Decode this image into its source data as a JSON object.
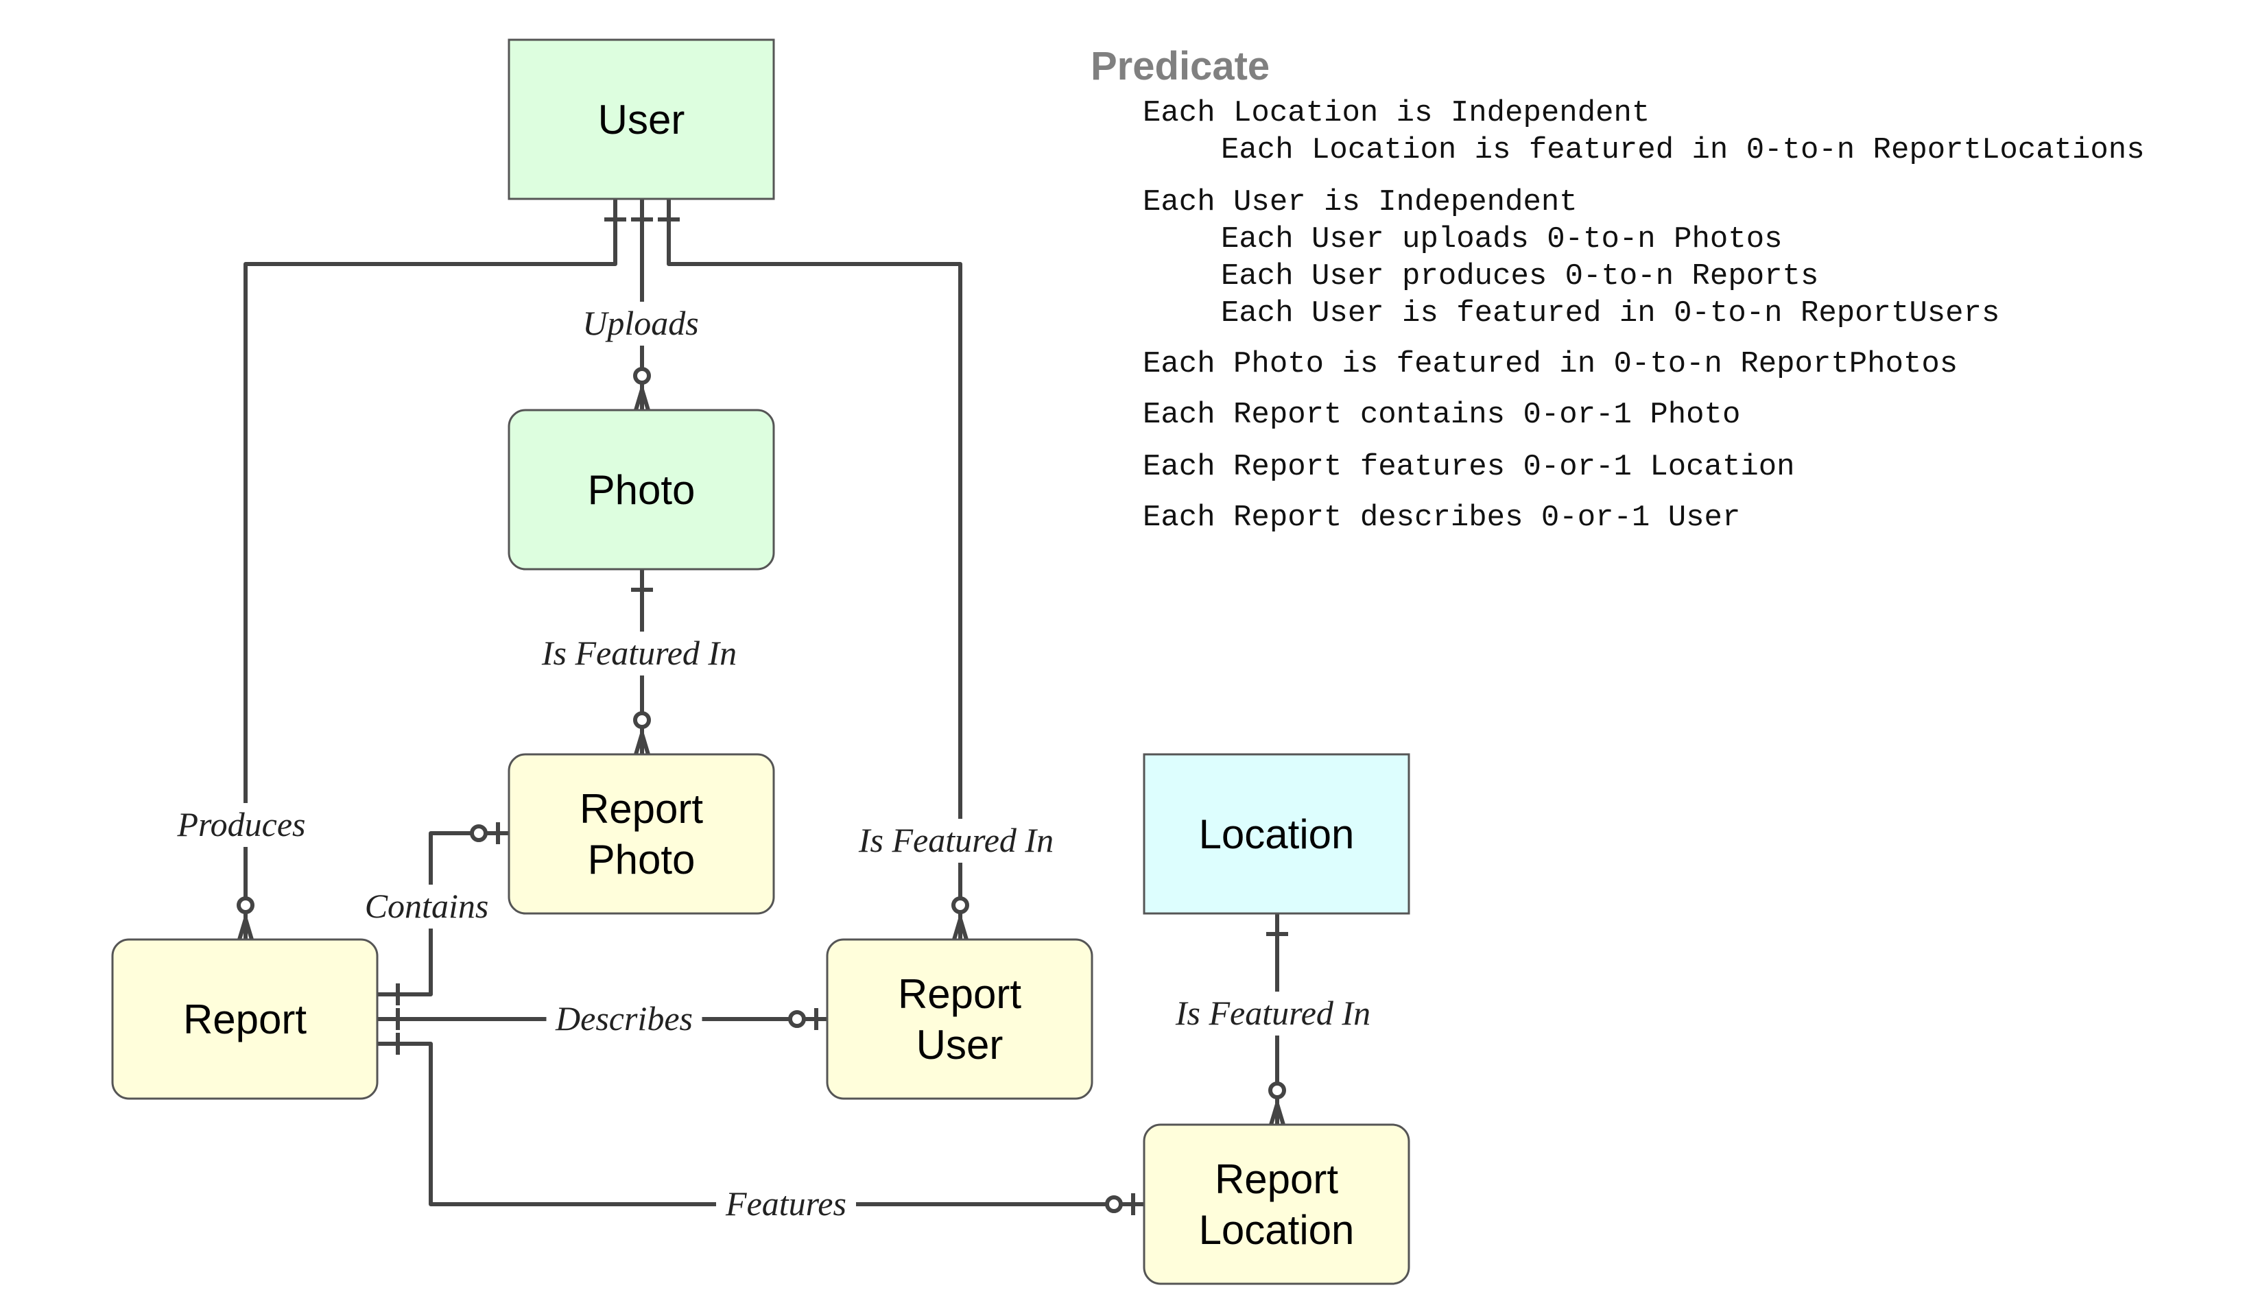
{
  "entities": [
    {
      "id": "user",
      "lines": [
        "User"
      ],
      "fill": "#ddfedf",
      "shape": "square"
    },
    {
      "id": "photo",
      "lines": [
        "Photo"
      ],
      "fill": "#ddfedf",
      "shape": "rounded"
    },
    {
      "id": "report-photo",
      "lines": [
        "Report",
        "Photo"
      ],
      "fill": "#fffedb",
      "shape": "rounded"
    },
    {
      "id": "report",
      "lines": [
        "Report"
      ],
      "fill": "#fffedb",
      "shape": "rounded"
    },
    {
      "id": "report-user",
      "lines": [
        "Report",
        "User"
      ],
      "fill": "#fffedb",
      "shape": "rounded"
    },
    {
      "id": "location",
      "lines": [
        "Location"
      ],
      "fill": "#ddfefe",
      "shape": "square"
    },
    {
      "id": "report-location",
      "lines": [
        "Report",
        "Location"
      ],
      "fill": "#fffedb",
      "shape": "rounded"
    }
  ],
  "relationships": [
    {
      "id": "uploads",
      "label": "Uploads",
      "from": "user",
      "to": "photo",
      "from_card": "one",
      "to_card": "zero-or-many"
    },
    {
      "id": "photo-featured",
      "label": "Is Featured In",
      "from": "photo",
      "to": "report-photo",
      "from_card": "one",
      "to_card": "zero-or-many"
    },
    {
      "id": "produces",
      "label": "Produces",
      "from": "user",
      "to": "report",
      "from_card": "one",
      "to_card": "zero-or-many"
    },
    {
      "id": "user-featured",
      "label": "Is Featured In",
      "from": "user",
      "to": "report-user",
      "from_card": "one",
      "to_card": "zero-or-many"
    },
    {
      "id": "contains",
      "label": "Contains",
      "from": "report",
      "to": "report-photo",
      "from_card": "one",
      "to_card": "zero-or-one"
    },
    {
      "id": "describes",
      "label": "Describes",
      "from": "report",
      "to": "report-user",
      "from_card": "one",
      "to_card": "zero-or-one"
    },
    {
      "id": "features",
      "label": "Features",
      "from": "report",
      "to": "report-location",
      "from_card": "one",
      "to_card": "zero-or-one"
    },
    {
      "id": "location-featured",
      "label": "Is Featured In",
      "from": "location",
      "to": "report-location",
      "from_card": "one",
      "to_card": "zero-or-many"
    }
  ],
  "predicate": {
    "title": "Predicate",
    "lines": [
      {
        "text": "Each Location is Independent",
        "indent": 0
      },
      {
        "text": "Each Location is featured in 0-to-n ReportLocations",
        "indent": 1
      },
      {
        "text": "Each User is Independent",
        "indent": 0
      },
      {
        "text": "Each User uploads 0-to-n Photos",
        "indent": 1
      },
      {
        "text": "Each User produces 0-to-n Reports",
        "indent": 1
      },
      {
        "text": "Each User is featured in 0-to-n ReportUsers",
        "indent": 1
      },
      {
        "text": "Each Photo is featured in 0-to-n ReportPhotos",
        "indent": 0
      },
      {
        "text": "Each Report contains 0-or-1 Photo",
        "indent": 0
      },
      {
        "text": "Each Report features 0-or-1 Location",
        "indent": 0
      },
      {
        "text": "Each Report describes 0-or-1 User",
        "indent": 0
      }
    ]
  },
  "colors": {
    "line": "#444444",
    "entity_border": "#555555",
    "predicate_title": "#808080"
  }
}
